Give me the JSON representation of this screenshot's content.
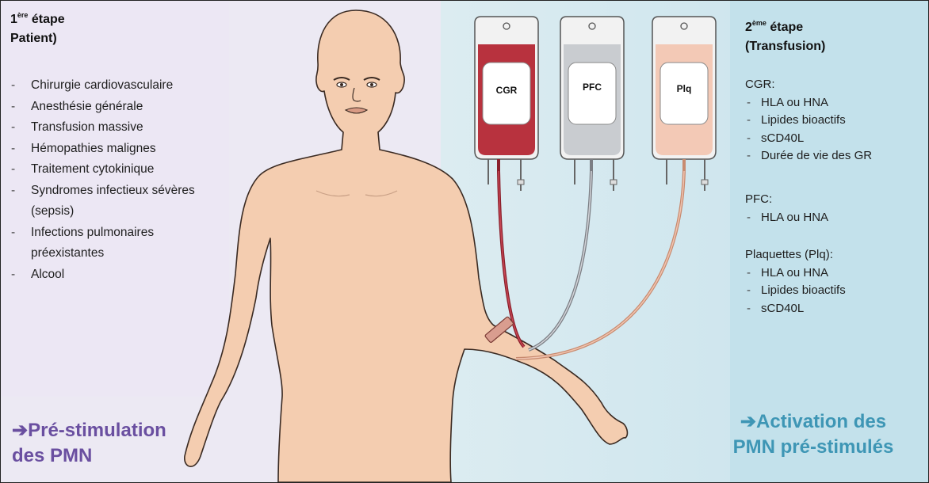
{
  "step1": {
    "heading_prefix": "1",
    "heading_sup": "ère",
    "heading_rest": " étape",
    "heading_line2": "Patient)",
    "items": [
      "Chirurgie cardiovasculaire",
      "Anesthésie générale",
      "Transfusion massive",
      "Hémopathies malignes",
      "Traitement cytokinique",
      "Syndromes infectieux sévères (sepsis)",
      "Infections pulmonaires préexistantes",
      "Alcool"
    ],
    "conclusion_arrow": "➔",
    "conclusion_line1": "Pré-stimulation",
    "conclusion_line2": "des PMN"
  },
  "step2": {
    "heading_prefix": "2",
    "heading_sup": "ème",
    "heading_rest": " étape",
    "heading_line2": "(Transfusion)",
    "groups": [
      {
        "title": "CGR:",
        "items": [
          "HLA ou HNA",
          "Lipides bioactifs",
          "sCD40L",
          "Durée de vie des GR"
        ]
      },
      {
        "title": "PFC:",
        "items": [
          "HLA ou HNA"
        ]
      },
      {
        "title": "Plaquettes (Plq):",
        "items": [
          "HLA ou HNA",
          "Lipides bioactifs",
          "sCD40L"
        ]
      }
    ],
    "conclusion_arrow": "➔",
    "conclusion_line1": "Activation des",
    "conclusion_line2": "PMN pré-stimulés"
  },
  "bags": [
    {
      "label": "CGR",
      "color": "#b8323e"
    },
    {
      "label": "PFC",
      "color": "#c9ccd0"
    },
    {
      "label": "Plq",
      "color": "#f3c9b6"
    }
  ],
  "colors": {
    "skin": "#f4cdb0",
    "skin_outline": "#3a2a22",
    "left_accent": "#6a4fa0",
    "right_accent": "#3e96b5"
  }
}
